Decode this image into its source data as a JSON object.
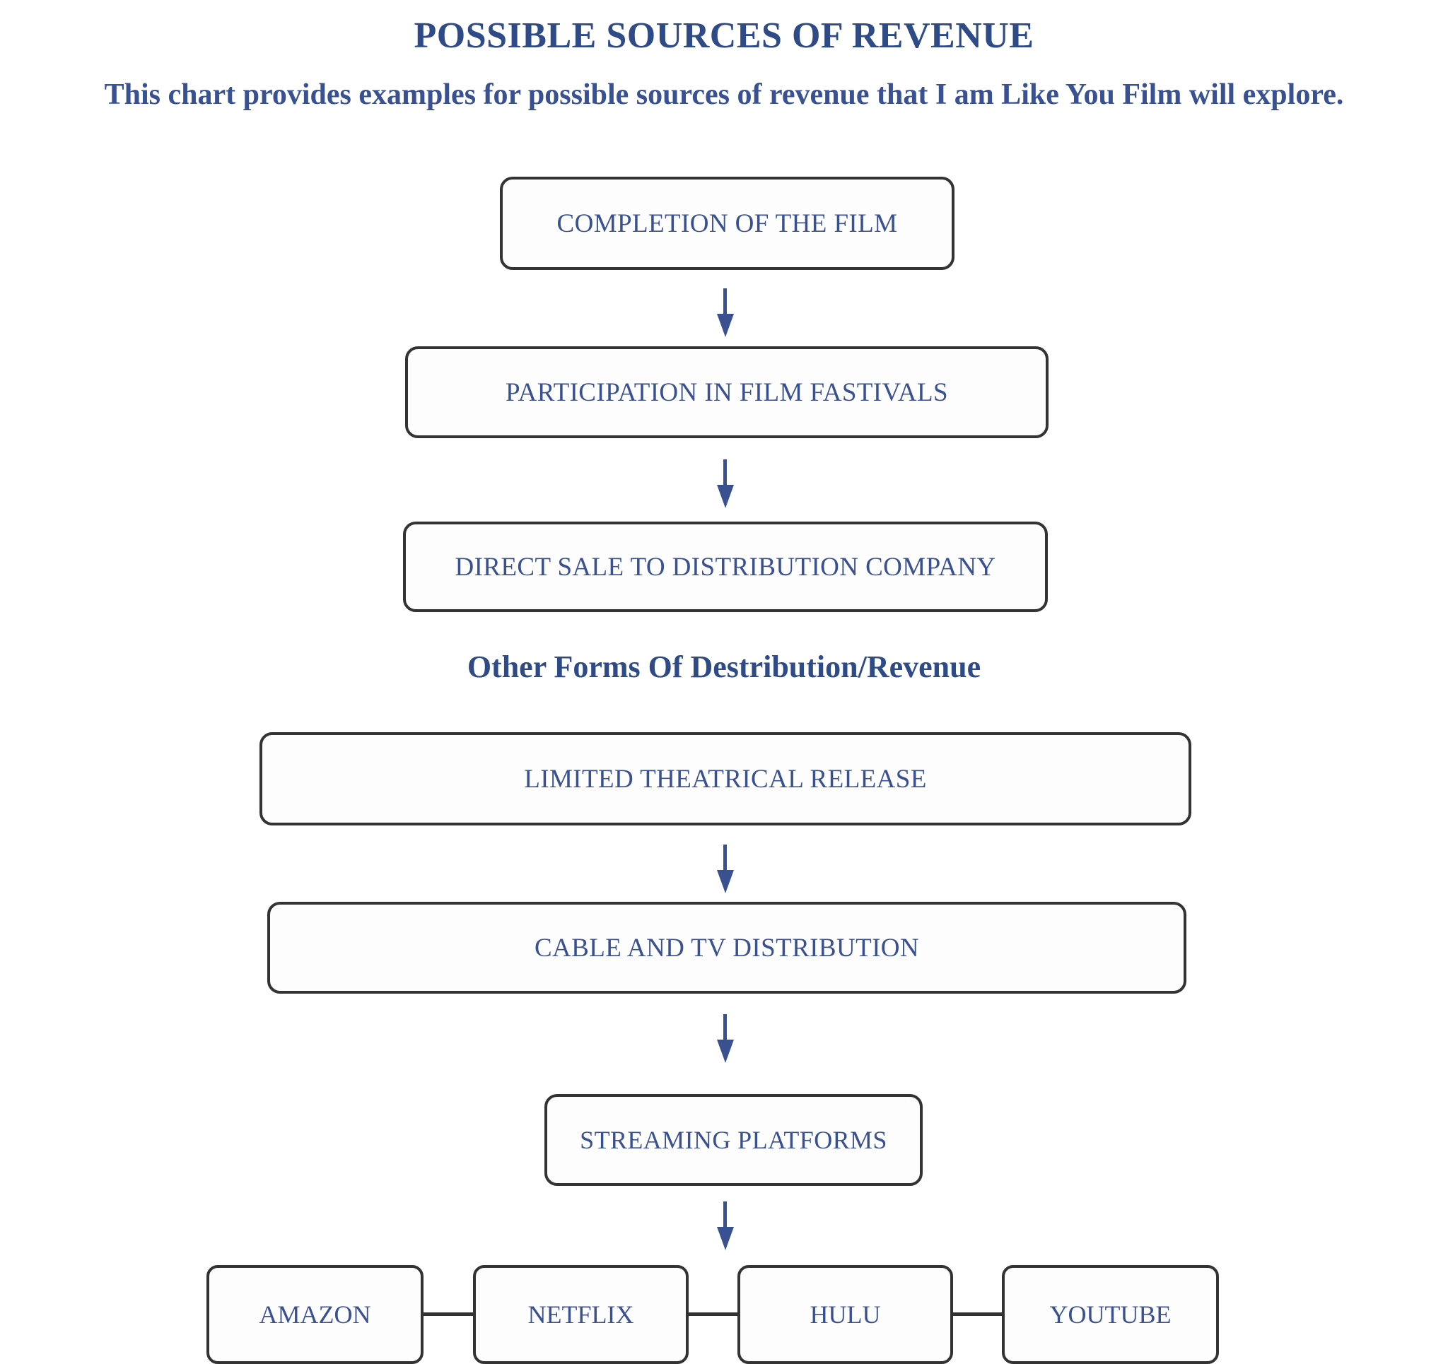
{
  "header": {
    "title": "POSSIBLE SOURCES OF REVENUE",
    "subtitle": "This chart provides examples for possible sources of revenue that I am Like You Film will explore."
  },
  "section": {
    "heading": "Other Forms Of Destribution/Revenue"
  },
  "colors": {
    "title_blue": "#2e4a87",
    "text_blue": "#3a5191",
    "border_dark": "#333333",
    "arrow_blue": "#3a5191",
    "background": "#ffffff"
  },
  "chart_data": {
    "type": "diagram",
    "title": "POSSIBLE SOURCES OF REVENUE",
    "subtitle": "This chart provides examples for possible sources of revenue that I am Like You Film will explore.",
    "nodes": [
      {
        "id": "completion",
        "label": "COMPLETION OF THE FILM"
      },
      {
        "id": "festivals",
        "label": "PARTICIPATION IN FILM FASTIVALS"
      },
      {
        "id": "directsale",
        "label": "DIRECT SALE TO DISTRIBUTION COMPANY"
      },
      {
        "id": "theatrical",
        "label": "LIMITED THEATRICAL RELEASE"
      },
      {
        "id": "cabletv",
        "label": "CABLE AND TV DISTRIBUTION"
      },
      {
        "id": "streaming",
        "label": "STREAMING PLATFORMS"
      },
      {
        "id": "amazon",
        "label": "AMAZON"
      },
      {
        "id": "netflix",
        "label": "NETFLIX"
      },
      {
        "id": "hulu",
        "label": "HULU"
      },
      {
        "id": "youtube",
        "label": "YOUTUBE"
      }
    ],
    "edges": [
      {
        "from": "completion",
        "to": "festivals",
        "type": "arrow-down"
      },
      {
        "from": "festivals",
        "to": "directsale",
        "type": "arrow-down"
      },
      {
        "from": "theatrical",
        "to": "cabletv",
        "type": "arrow-down"
      },
      {
        "from": "cabletv",
        "to": "streaming",
        "type": "arrow-down"
      },
      {
        "from": "streaming",
        "to": "amazon",
        "type": "arrow-down"
      },
      {
        "from": "amazon",
        "to": "netflix",
        "type": "line-horizontal"
      },
      {
        "from": "netflix",
        "to": "hulu",
        "type": "line-horizontal"
      },
      {
        "from": "hulu",
        "to": "youtube",
        "type": "line-horizontal"
      }
    ],
    "section_heading": "Other Forms Of Destribution/Revenue"
  }
}
